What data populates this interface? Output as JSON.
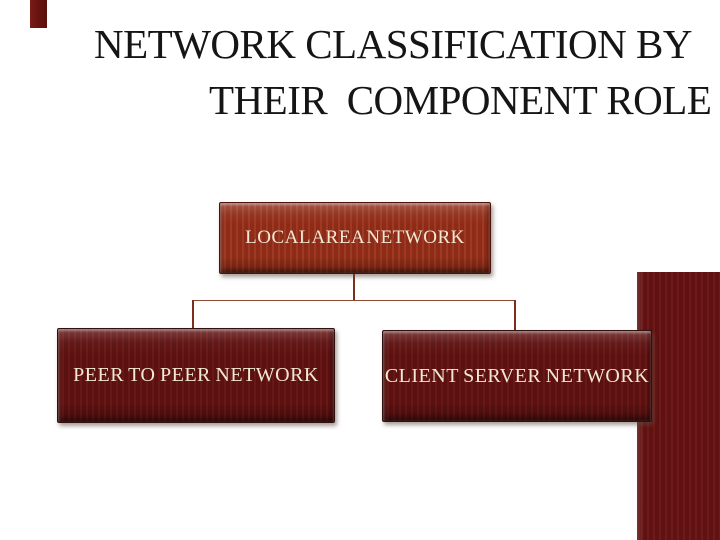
{
  "slide": {
    "title": {
      "line1": "NETWORK CLASSIFICATION BY",
      "line2": "THEIR  COMPONENT ROLE"
    },
    "diagram": {
      "root": {
        "label": "LOCAL AREA NETWORK"
      },
      "children": [
        {
          "label": "PEER TO PEER NETWORK"
        },
        {
          "label": "CLIENT SERVER NETWORK"
        }
      ]
    },
    "colors": {
      "title_text": "#151515",
      "root_box_fill": "#8e2b18",
      "root_box_stripe": "#9c3a22",
      "child_box_fill": "#5a1110",
      "child_box_stripe": "#6a1817",
      "box_text": "#f2e9d5",
      "connector": "#7f2d1e",
      "theme_accent": "#691310",
      "background": "#ffffff"
    }
  }
}
